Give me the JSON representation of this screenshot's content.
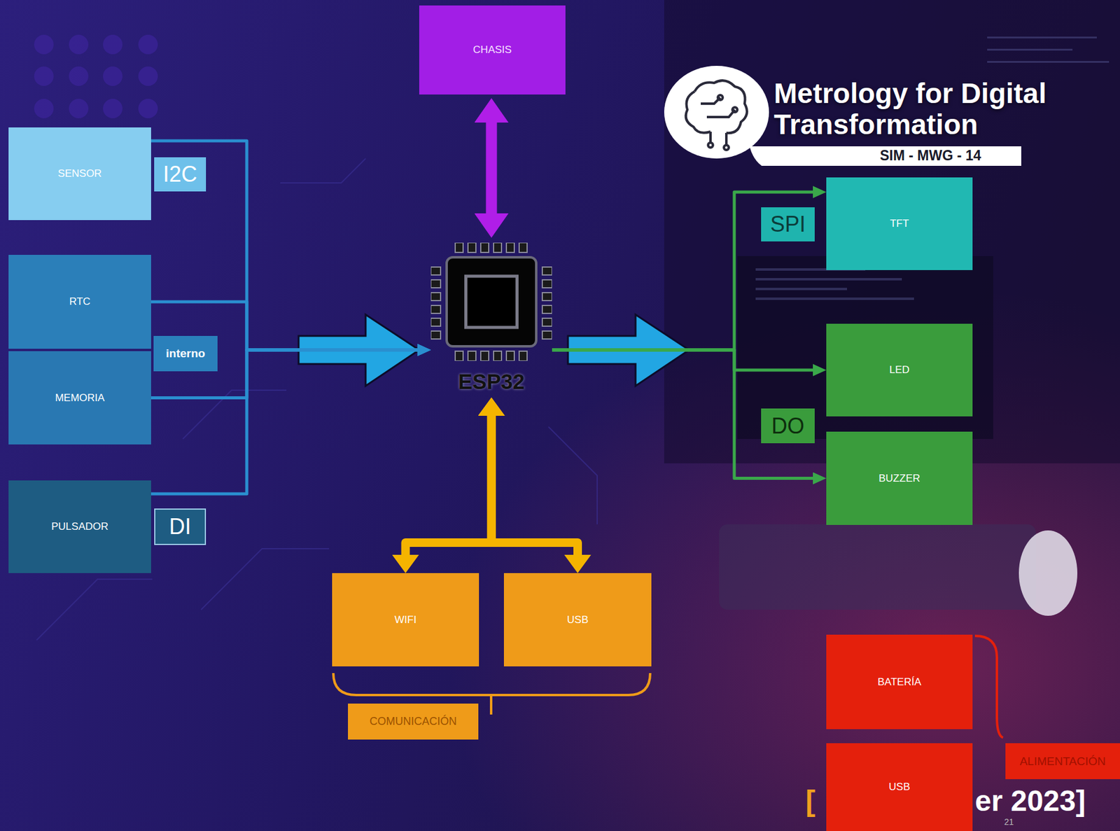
{
  "diagram": {
    "nodes": [
      {
        "text": [
          "CHASIS"
        ]
      },
      {
        "text": [
          "SENSOR"
        ]
      },
      {
        "text": [
          "I2C"
        ]
      },
      {
        "text": [
          "RTC"
        ]
      },
      {
        "text": [
          "interno"
        ]
      },
      {
        "text": [
          "MEMORIA"
        ]
      },
      {
        "text": [
          "PULSADOR"
        ]
      },
      {
        "text": [
          "DI"
        ]
      },
      {
        "text": [
          "ESP32"
        ]
      },
      {
        "text": [
          "SPI"
        ]
      },
      {
        "text": [
          "TFT"
        ]
      },
      {
        "text": [
          "LED"
        ]
      },
      {
        "text": [
          "DO"
        ]
      },
      {
        "text": [
          "BUZZER"
        ]
      },
      {
        "text": [
          "WIFI"
        ]
      },
      {
        "text": [
          "USB"
        ]
      },
      {
        "text": [
          "COMUNICACIÓN"
        ]
      },
      {
        "text": [
          "BATERÍA"
        ]
      },
      {
        "text": [
          "USB"
        ]
      },
      {
        "text": [
          "ALIMENTACIÓN"
        ]
      }
    ],
    "edges": [
      {
        "from": 0,
        "to": 8,
        "arrow": "both"
      },
      {
        "from": 1,
        "to": 8,
        "arrow": "to"
      },
      {
        "from": 3,
        "to": 8,
        "arrow": "to"
      },
      {
        "from": 5,
        "to": 8,
        "arrow": "to"
      },
      {
        "from": 6,
        "to": 8,
        "arrow": "to"
      },
      {
        "from": 8,
        "to": 10,
        "arrow": "to"
      },
      {
        "from": 8,
        "to": 11,
        "arrow": "to"
      },
      {
        "from": 8,
        "to": 13,
        "arrow": "to"
      },
      {
        "from": 8,
        "to": 14,
        "arrow": "both"
      },
      {
        "from": 8,
        "to": 15,
        "arrow": "both"
      }
    ],
    "labels": [
      "Metrology for Digital Transformation",
      "SIM - MWG - 14",
      "[",
      "er 2023]",
      "21"
    ]
  }
}
